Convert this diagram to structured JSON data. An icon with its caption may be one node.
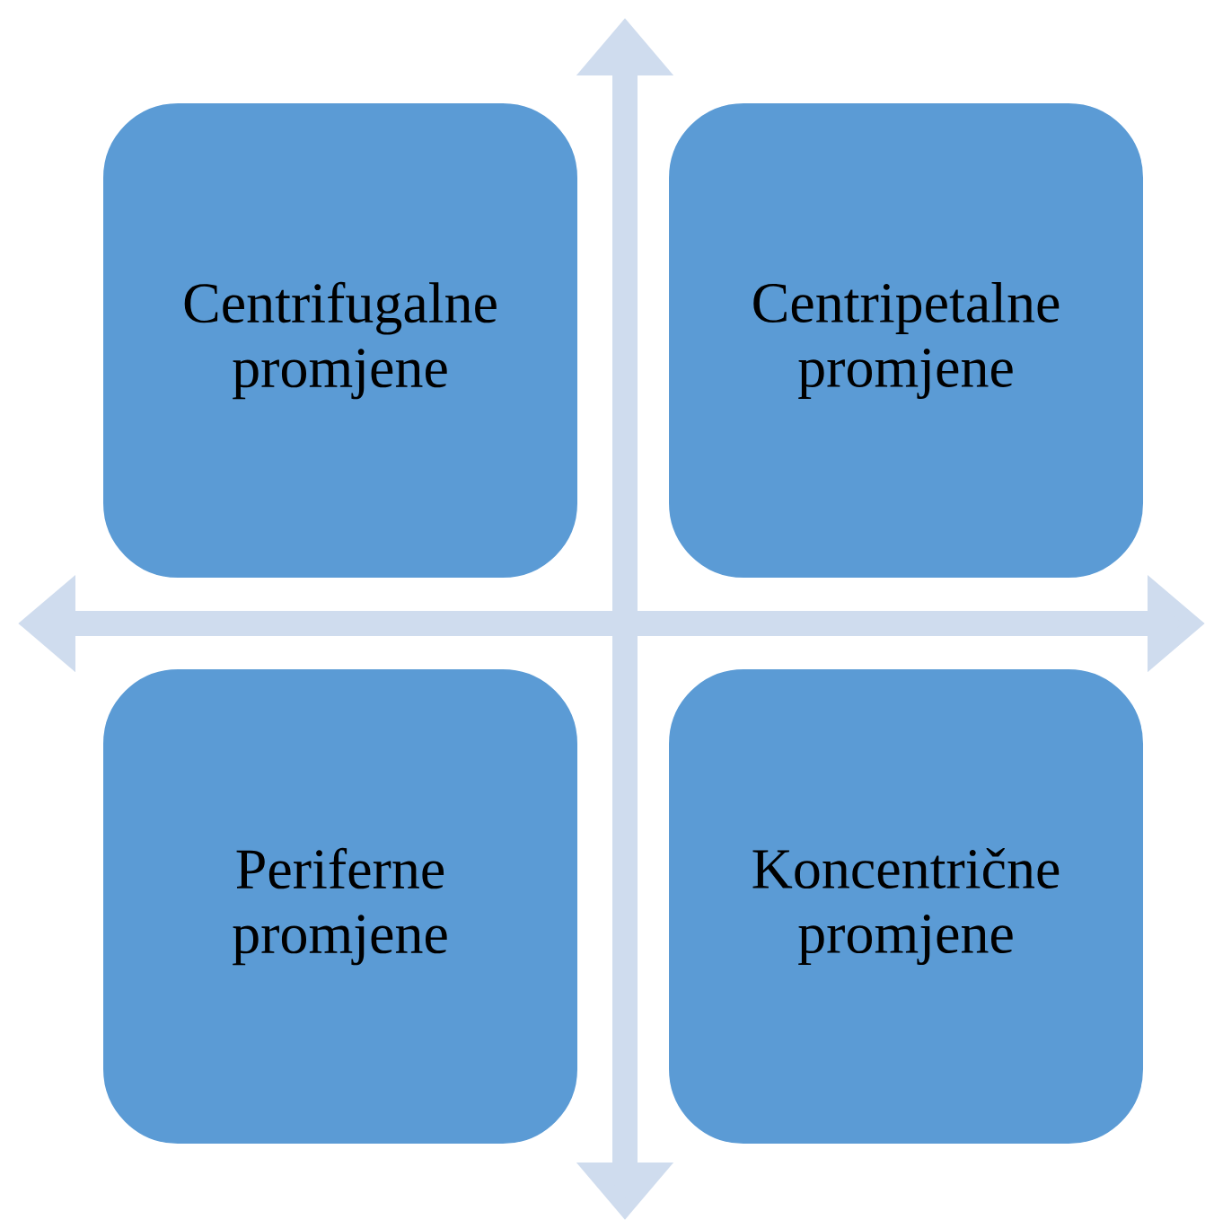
{
  "diagram": {
    "nodes": [
      {
        "text": [
          "Centrifugalne promjene"
        ]
      },
      {
        "text": [
          "Centripetalne promjene"
        ]
      },
      {
        "text": [
          "Periferne promjene"
        ]
      },
      {
        "text": [
          "Koncentrične promjene"
        ]
      }
    ]
  }
}
